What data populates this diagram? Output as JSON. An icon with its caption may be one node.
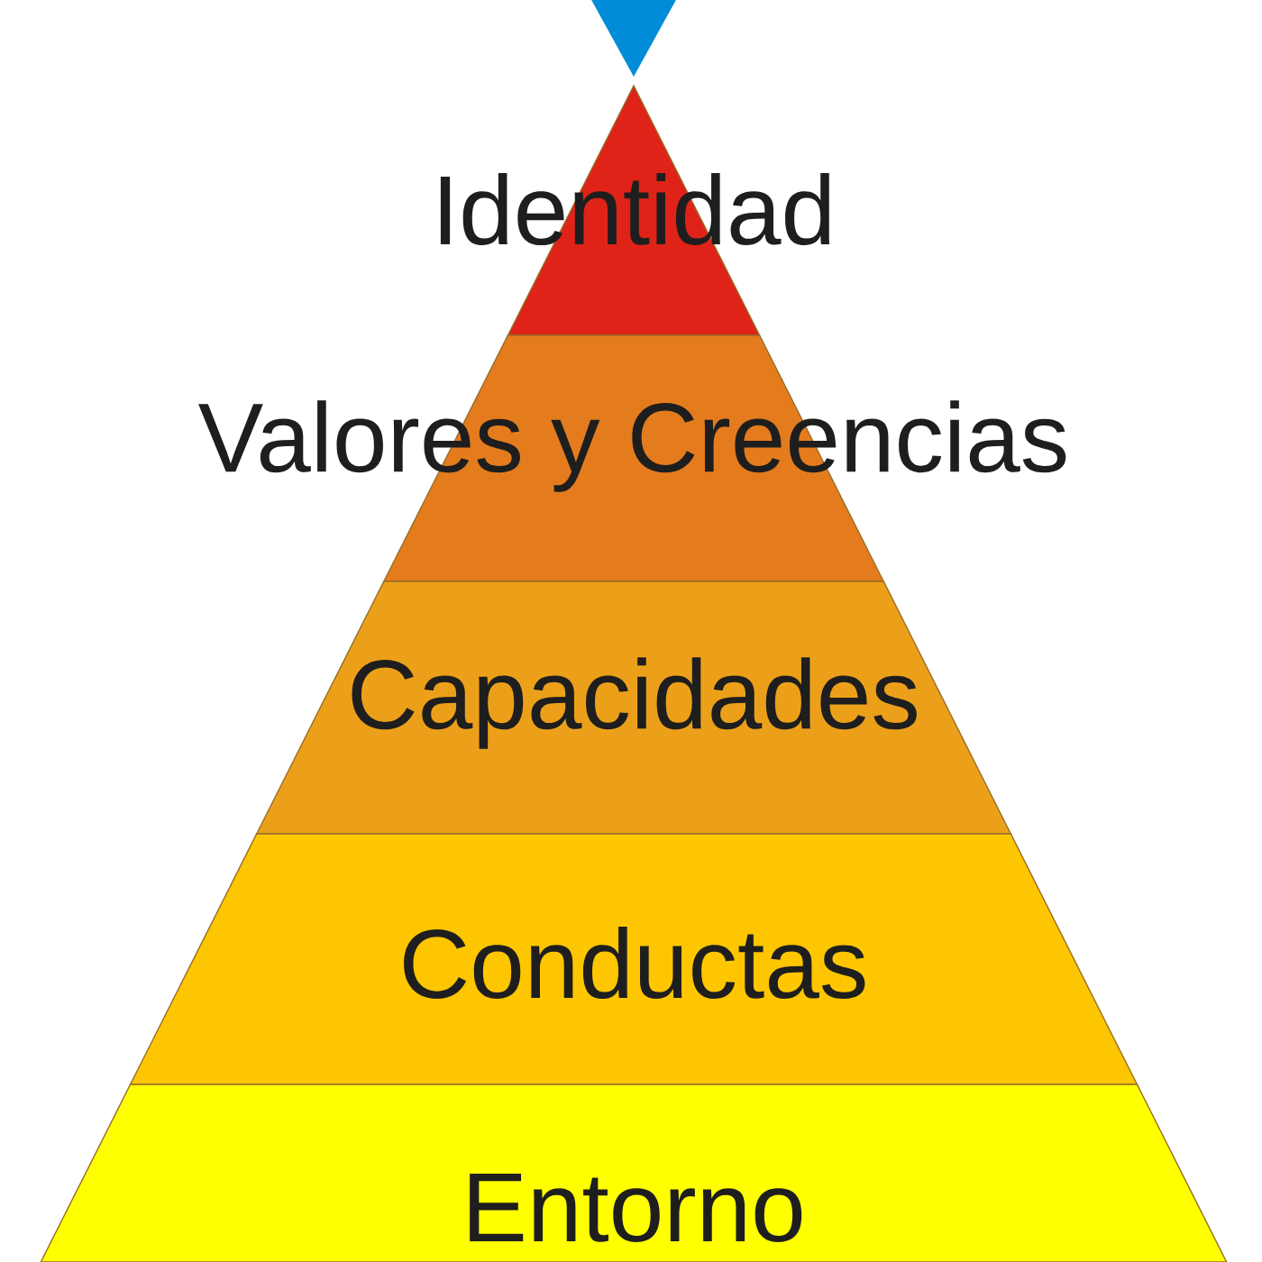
{
  "diagram": {
    "nodes": [
      {
        "text": [],
        "shape": "triangle"
      },
      {
        "text": [
          "Identidad"
        ]
      },
      {
        "text": [
          "Valores y Creencias"
        ]
      },
      {
        "text": [
          "Capacidades"
        ]
      },
      {
        "text": [
          "Conductas"
        ]
      },
      {
        "text": [
          "Entorno"
        ]
      }
    ]
  }
}
